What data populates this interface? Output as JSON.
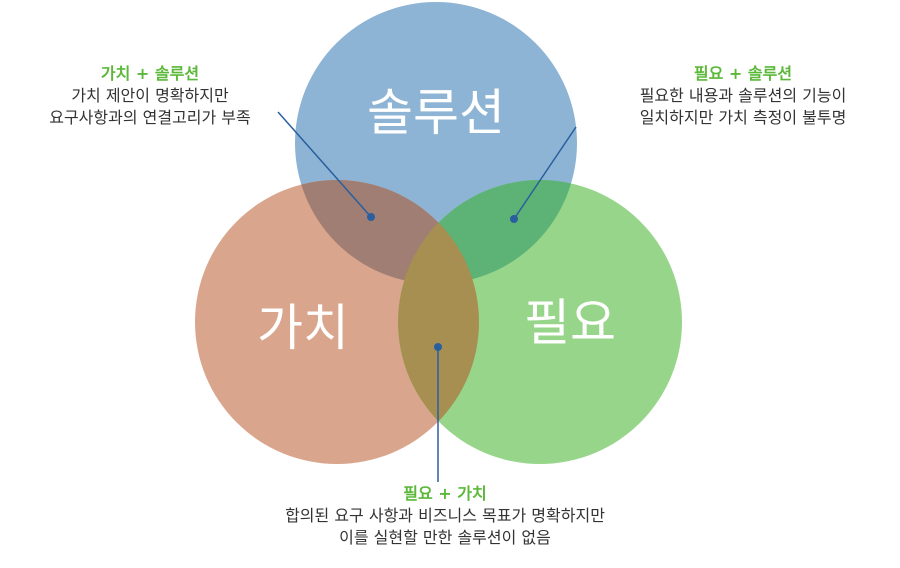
{
  "colors": {
    "solution": "#8db4d4",
    "value": "#d9a68d",
    "need": "#97d68a",
    "value_solution": "#a07e73",
    "need_solution": "#5db275",
    "need_value": "#a68f50",
    "center": "#a68f50",
    "leader": "#2a5f9e",
    "title_green": "#5cb83a"
  },
  "circles": {
    "solution": "솔루션",
    "value": "가치",
    "need": "필요"
  },
  "annotations": {
    "value_solution": {
      "title": "가치 + 솔루션",
      "line1": "가치 제안이 명확하지만",
      "line2": "요구사항과의 연결고리가 부족"
    },
    "need_solution": {
      "title": "필요 + 솔루션",
      "line1": "필요한 내용과 솔루션의 기능이",
      "line2": "일치하지만 가치 측정이 불투명"
    },
    "need_value": {
      "title": "필요 + 가치",
      "line1": "합의된 요구 사항과 비즈니스 목표가 명확하지만",
      "line2": "이를 실현할 만한 솔루션이 없음"
    }
  }
}
